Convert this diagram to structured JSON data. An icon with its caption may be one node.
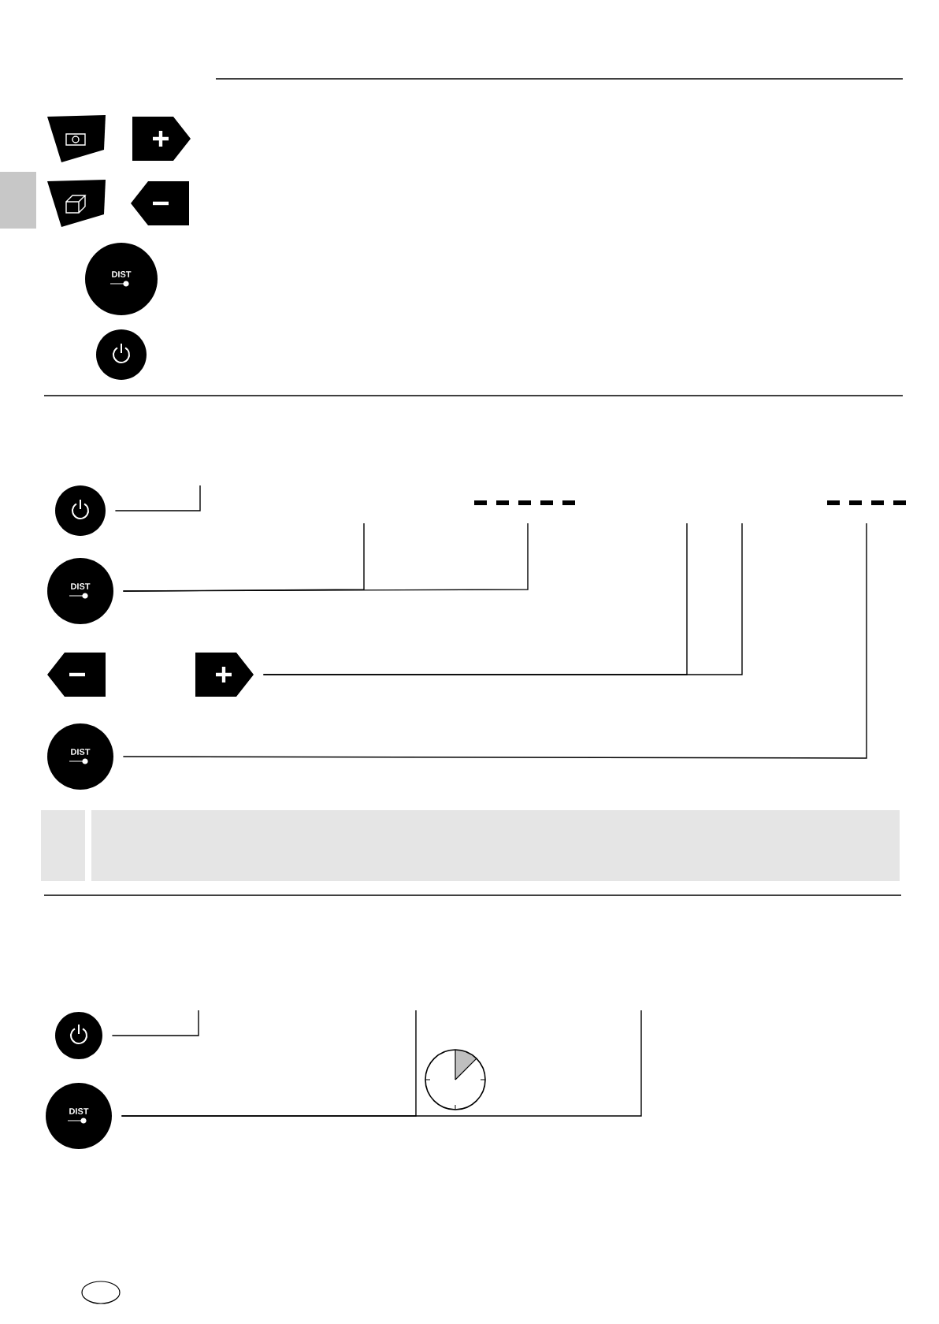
{
  "diagram": {
    "nodes": [
      {
        "text": [],
        "shape": "quadrilateral"
      },
      {
        "text": [],
        "shape": "pentagon"
      },
      {
        "text": [],
        "shape": "quadrilateral"
      },
      {
        "text": [],
        "shape": "pentagon"
      },
      {
        "text": [
          "DIST"
        ]
      },
      {
        "text": [],
        "shape": "circle"
      },
      {
        "text": [],
        "shape": "circle"
      },
      {
        "text": [
          "DIST"
        ]
      },
      {
        "text": [],
        "shape": "pentagon"
      },
      {
        "text": [],
        "shape": "pentagon"
      },
      {
        "text": [
          "DIST"
        ]
      },
      {
        "text": [],
        "shape": "circle"
      },
      {
        "text": [
          "DIST"
        ]
      }
    ],
    "edges": [
      {
        "from": 6,
        "to": null,
        "arrow": "none"
      },
      {
        "from": 7,
        "to": null,
        "arrow": "none"
      },
      {
        "from": 7,
        "to": null,
        "arrow": "none"
      },
      {
        "from": 9,
        "to": null,
        "arrow": "none"
      },
      {
        "from": 9,
        "to": null,
        "arrow": "none"
      },
      {
        "from": 10,
        "to": null,
        "arrow": "none"
      },
      {
        "from": 11,
        "to": null,
        "arrow": "none"
      },
      {
        "from": 12,
        "to": null,
        "arrow": "none"
      },
      {
        "from": 12,
        "to": null,
        "arrow": "none"
      }
    ]
  }
}
